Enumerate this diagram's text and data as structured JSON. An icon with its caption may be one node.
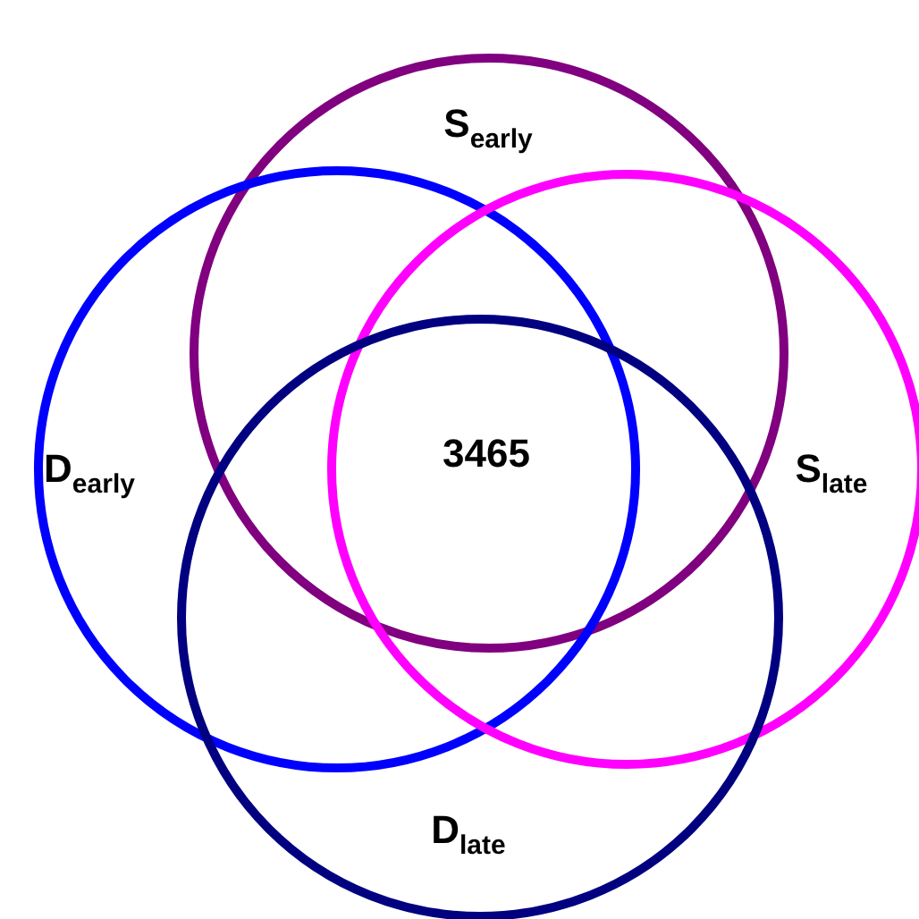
{
  "diagram": {
    "nodes": [
      {
        "text": [
          "S$_{early}$"
        ]
      },
      {
        "text": [
          "D$_{early}$"
        ]
      },
      {
        "text": [
          "S$_{late}$"
        ]
      },
      {
        "text": [
          "D$_{late}$"
        ]
      }
    ],
    "labels": [
      "3465"
    ]
  }
}
